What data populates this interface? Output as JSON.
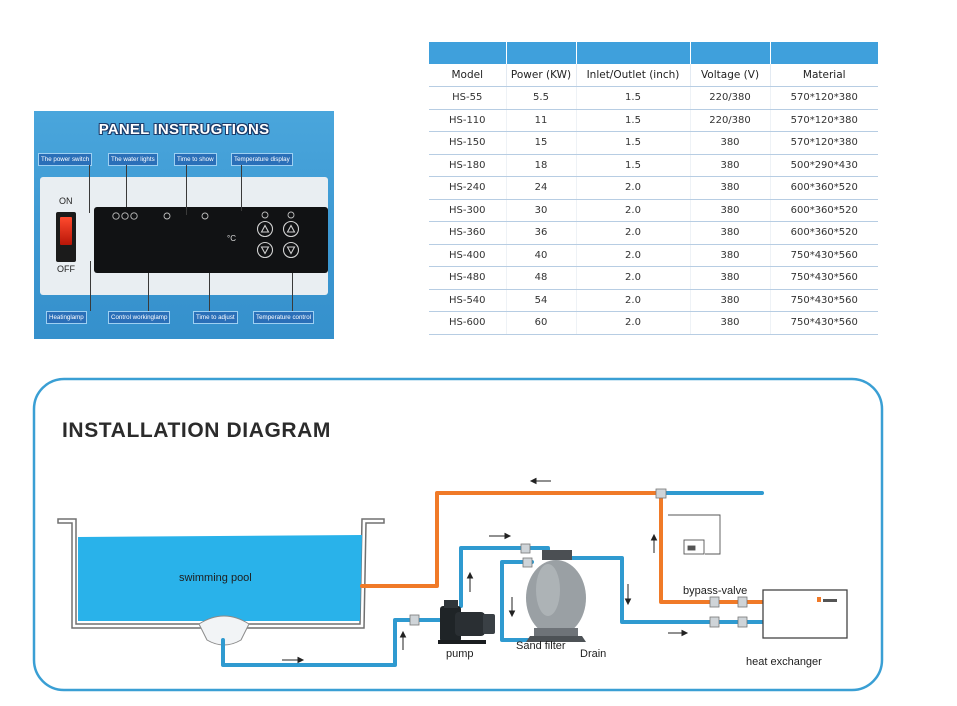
{
  "panel": {
    "title": "PANEL INSTRUGTIONS",
    "top_tags": [
      "The power switch",
      "The water lights",
      "Time to show",
      "Temperature display"
    ],
    "bottom_tags": [
      "Heatinglamp",
      "Control workinglamp",
      "Time to adjust",
      "Temperature control"
    ],
    "switch_on": "ON",
    "switch_off": "OFF",
    "temp_unit": "°C"
  },
  "spec_table": {
    "columns": [
      "Model",
      "Power (KW)",
      "Inlet/Outlet (inch)",
      "Voltage (V)",
      "Material"
    ],
    "rows": [
      [
        "HS-55",
        "5.5",
        "1.5",
        "220/380",
        "570*120*380"
      ],
      [
        "HS-110",
        "11",
        "1.5",
        "220/380",
        "570*120*380"
      ],
      [
        "HS-150",
        "15",
        "1.5",
        "380",
        "570*120*380"
      ],
      [
        "HS-180",
        "18",
        "1.5",
        "380",
        "500*290*430"
      ],
      [
        "HS-240",
        "24",
        "2.0",
        "380",
        "600*360*520"
      ],
      [
        "HS-300",
        "30",
        "2.0",
        "380",
        "600*360*520"
      ],
      [
        "HS-360",
        "36",
        "2.0",
        "380",
        "600*360*520"
      ],
      [
        "HS-400",
        "40",
        "2.0",
        "380",
        "750*430*560"
      ],
      [
        "HS-480",
        "48",
        "2.0",
        "380",
        "750*430*560"
      ],
      [
        "HS-540",
        "54",
        "2.0",
        "380",
        "750*430*560"
      ],
      [
        "HS-600",
        "60",
        "2.0",
        "380",
        "750*430*560"
      ]
    ]
  },
  "diagram": {
    "title": "INSTALLATION DIAGRAM",
    "labels": {
      "pool": "swimming pool",
      "pump": "pump",
      "sand_filter": "Sand filter",
      "drain": "Drain",
      "bypass_valve": "bypass-valve",
      "heat_exchanger": "heat exchanger"
    },
    "colors": {
      "hot_pipe": "#f07a28",
      "cold_pipe": "#2f9ad0",
      "water": "#29b2ea",
      "frame": "#3a9fd4"
    }
  }
}
